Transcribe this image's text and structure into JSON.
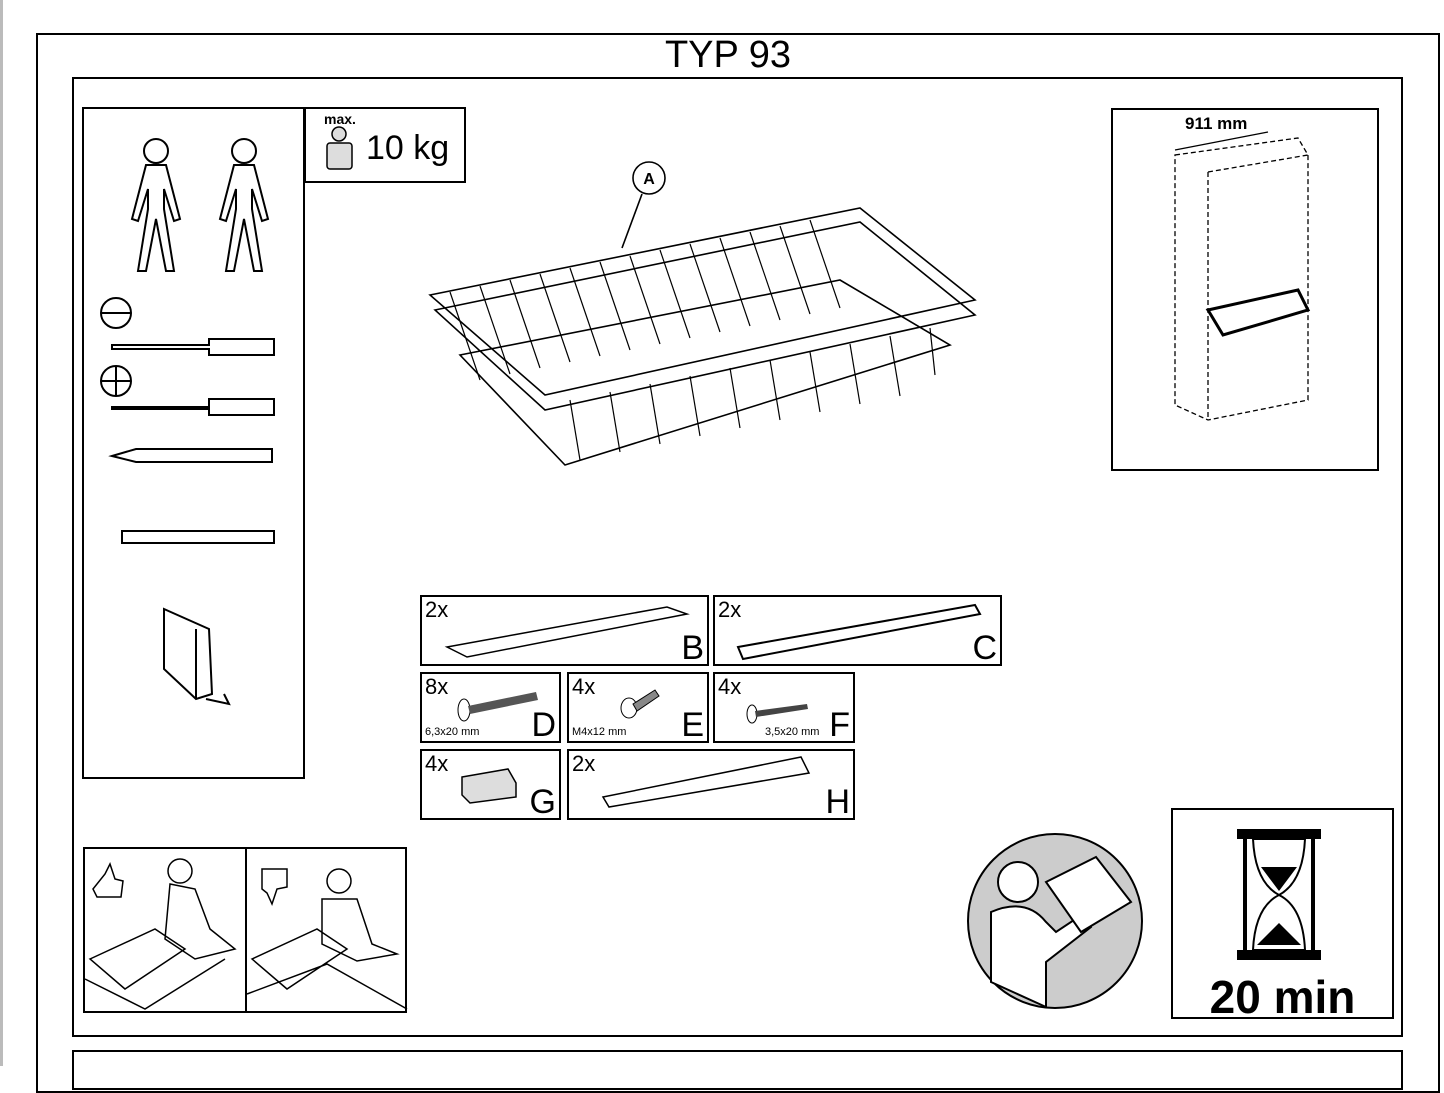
{
  "title": "TYP 93",
  "weight": {
    "label": "max.",
    "value": "10 kg"
  },
  "basket": {
    "callout": "A"
  },
  "cabinet": {
    "width": "911 mm"
  },
  "parts": [
    {
      "qty": "2x",
      "letter": "B"
    },
    {
      "qty": "2x",
      "letter": "C"
    },
    {
      "qty": "8x",
      "letter": "D",
      "size": "6,3x20 mm"
    },
    {
      "qty": "4x",
      "letter": "E",
      "size": "M4x12 mm"
    },
    {
      "qty": "4x",
      "letter": "F",
      "size": "3,5x20 mm"
    },
    {
      "qty": "4x",
      "letter": "G"
    },
    {
      "qty": "2x",
      "letter": "H"
    }
  ],
  "time": "20 min"
}
